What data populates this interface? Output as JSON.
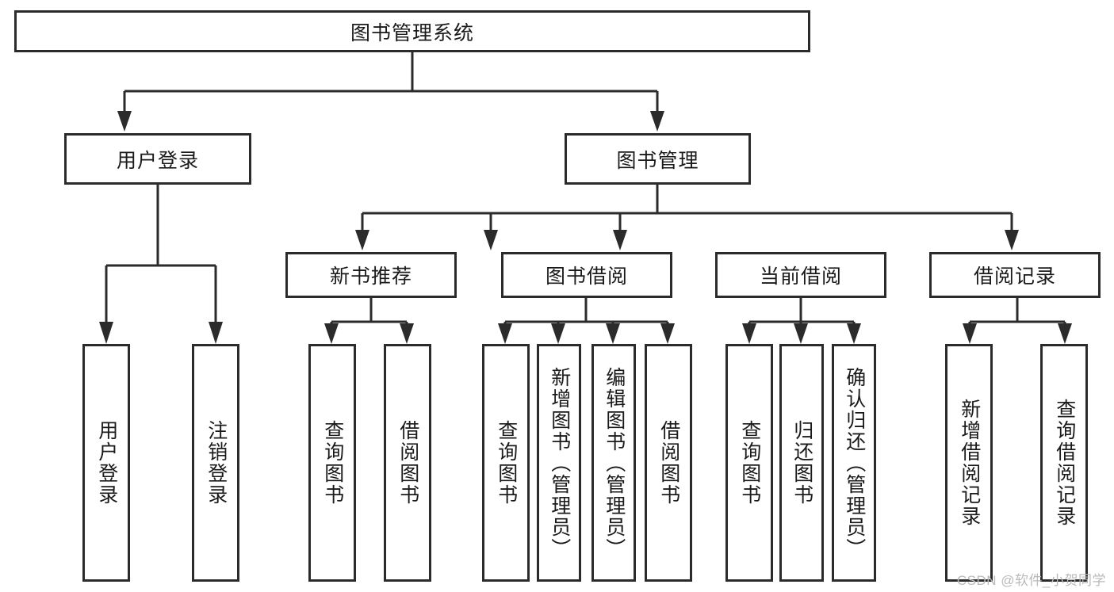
{
  "diagram": {
    "title": "图书管理系统",
    "type": "tree-hierarchy",
    "watermark": "CSDN @软件_小贺同学",
    "colors": {
      "stroke": "#2b2b2b",
      "background": "#ffffff",
      "text": "#1a1a1a",
      "watermark": "#b9b9b9"
    },
    "nodes": {
      "root": {
        "label": "图书管理系统"
      },
      "level2": [
        {
          "label": "用户登录"
        },
        {
          "label": "图书管理"
        }
      ],
      "level3": [
        {
          "label": "新书推荐"
        },
        {
          "label": "图书借阅"
        },
        {
          "label": "当前借阅"
        },
        {
          "label": "借阅记录"
        }
      ],
      "leaves_login": [
        {
          "label": "用户登录"
        },
        {
          "label": "注销登录"
        }
      ],
      "leaves_newbook": [
        {
          "label": "查询图书"
        },
        {
          "label": "借阅图书"
        }
      ],
      "leaves_borrow": [
        {
          "label": "查询图书"
        },
        {
          "label": "新增图书（管理员）"
        },
        {
          "label": "编辑图书（管理员）"
        },
        {
          "label": "借阅图书"
        }
      ],
      "leaves_current": [
        {
          "label": "查询图书"
        },
        {
          "label": "归还图书"
        },
        {
          "label": "确认归还（管理员）"
        }
      ],
      "leaves_record": [
        {
          "label": "新增借阅记录"
        },
        {
          "label": "查询借阅记录"
        }
      ]
    }
  }
}
